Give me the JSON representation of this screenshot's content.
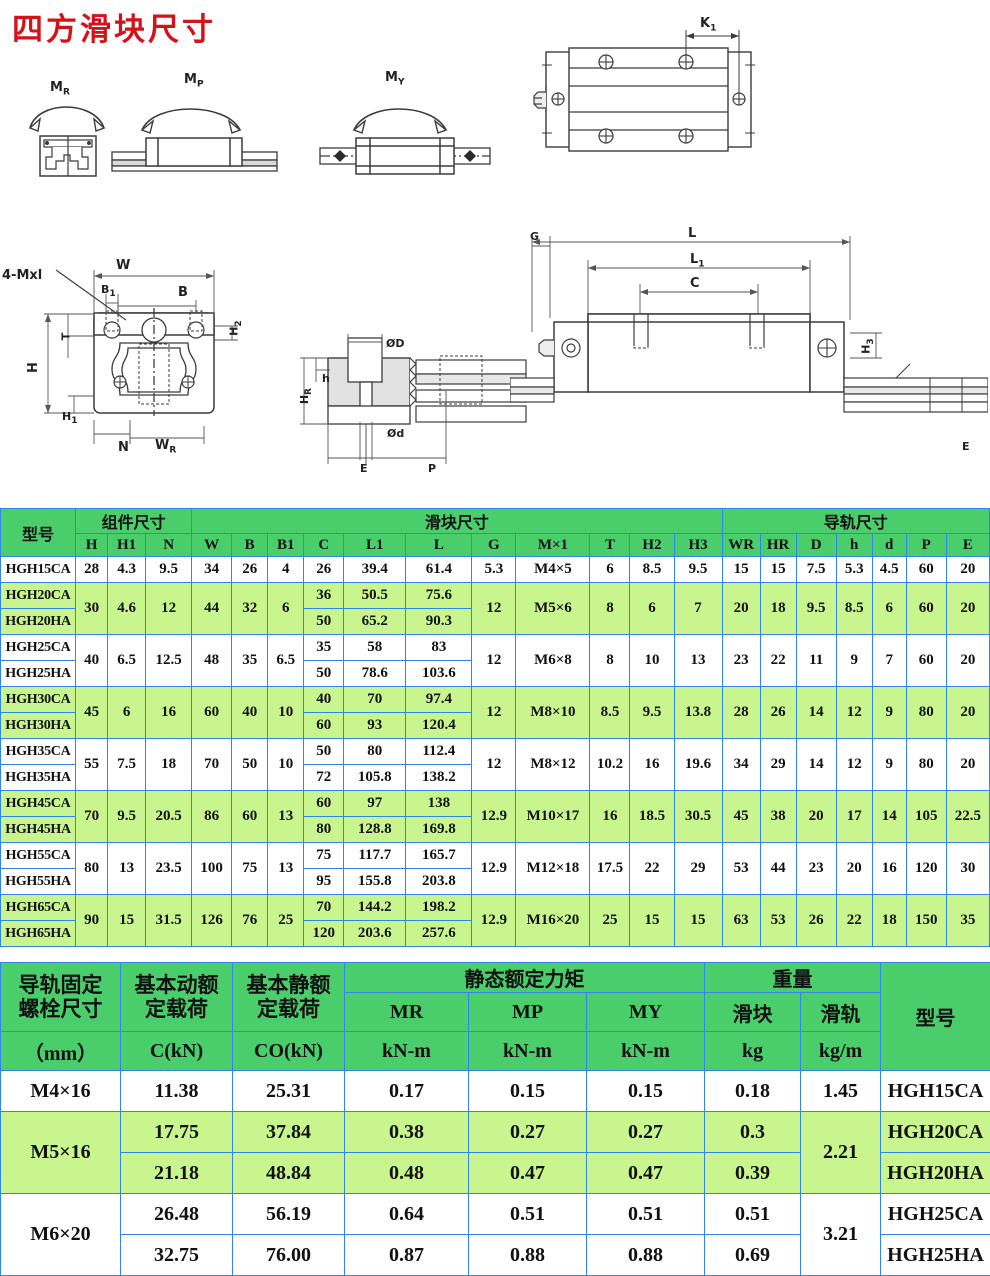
{
  "title": "四方滑块尺寸",
  "drawing_labels": {
    "mr": "M",
    "mr_sub": "R",
    "mp": "M",
    "mp_sub": "P",
    "my": "M",
    "my_sub": "Y",
    "k1": "K",
    "k1_sub": "1",
    "bolt_note": "4-Mxl",
    "w": "W",
    "b": "B",
    "b1": "B",
    "b1_sub": "1",
    "h": "H",
    "h1": "H",
    "h1_sub": "1",
    "h2": "H",
    "h2_sub": "2",
    "h3": "H",
    "h3_sub": "3",
    "t": "T",
    "n": "N",
    "wr": "W",
    "wr_sub": "R",
    "hr": "H",
    "hr_sub": "R",
    "g": "G",
    "l": "L",
    "l1": "L",
    "l1_sub": "1",
    "c": "C",
    "od": "ØD",
    "od_small": "Ød",
    "h_small": "h",
    "e": "E",
    "p": "P"
  },
  "colors": {
    "title": "#d3121a",
    "header_green": "#4ace6c",
    "row_green": "#c9f58f",
    "row_white": "#ffffff",
    "border_blue": "#2f86e8"
  },
  "table1": {
    "group_headers": {
      "model": "型号",
      "assembly": "组件尺寸",
      "block": "滑块尺寸",
      "rail": "导轨尺寸"
    },
    "columns": [
      "H",
      "H1",
      "N",
      "W",
      "B",
      "B1",
      "C",
      "L1",
      "L",
      "G",
      "M×1",
      "T",
      "H2",
      "H3",
      "WR",
      "HR",
      "D",
      "h",
      "d",
      "P",
      "E"
    ],
    "groups": [
      {
        "shade": "w",
        "models": [
          "HGH15CA"
        ],
        "H": "28",
        "H1": "4.3",
        "N": "9.5",
        "W": "34",
        "B": "26",
        "B1": "4",
        "rows": [
          {
            "C": "26",
            "L1": "39.4",
            "L": "61.4"
          }
        ],
        "G": "5.3",
        "M": "M4×5",
        "T": "6",
        "H2": "8.5",
        "H3": "9.5",
        "WR": "15",
        "HR": "15",
        "D": "7.5",
        "h": "5.3",
        "d": "4.5",
        "P": "60",
        "E": "20"
      },
      {
        "shade": "g",
        "models": [
          "HGH20CA",
          "HGH20HA"
        ],
        "H": "30",
        "H1": "4.6",
        "N": "12",
        "W": "44",
        "B": "32",
        "B1": "6",
        "rows": [
          {
            "C": "36",
            "L1": "50.5",
            "L": "75.6"
          },
          {
            "C": "50",
            "L1": "65.2",
            "L": "90.3"
          }
        ],
        "G": "12",
        "M": "M5×6",
        "T": "8",
        "H2": "6",
        "H3": "7",
        "WR": "20",
        "HR": "18",
        "D": "9.5",
        "h": "8.5",
        "d": "6",
        "P": "60",
        "E": "20"
      },
      {
        "shade": "w",
        "models": [
          "HGH25CA",
          "HGH25HA"
        ],
        "H": "40",
        "H1": "6.5",
        "N": "12.5",
        "W": "48",
        "B": "35",
        "B1": "6.5",
        "rows": [
          {
            "C": "35",
            "L1": "58",
            "L": "83"
          },
          {
            "C": "50",
            "L1": "78.6",
            "L": "103.6"
          }
        ],
        "G": "12",
        "M": "M6×8",
        "T": "8",
        "H2": "10",
        "H3": "13",
        "WR": "23",
        "HR": "22",
        "D": "11",
        "h": "9",
        "d": "7",
        "P": "60",
        "E": "20"
      },
      {
        "shade": "g",
        "models": [
          "HGH30CA",
          "HGH30HA"
        ],
        "H": "45",
        "H1": "6",
        "N": "16",
        "W": "60",
        "B": "40",
        "B1": "10",
        "rows": [
          {
            "C": "40",
            "L1": "70",
            "L": "97.4"
          },
          {
            "C": "60",
            "L1": "93",
            "L": "120.4"
          }
        ],
        "G": "12",
        "M": "M8×10",
        "T": "8.5",
        "H2": "9.5",
        "H3": "13.8",
        "WR": "28",
        "HR": "26",
        "D": "14",
        "h": "12",
        "d": "9",
        "P": "80",
        "E": "20"
      },
      {
        "shade": "w",
        "models": [
          "HGH35CA",
          "HGH35HA"
        ],
        "H": "55",
        "H1": "7.5",
        "N": "18",
        "W": "70",
        "B": "50",
        "B1": "10",
        "rows": [
          {
            "C": "50",
            "L1": "80",
            "L": "112.4"
          },
          {
            "C": "72",
            "L1": "105.8",
            "L": "138.2"
          }
        ],
        "G": "12",
        "M": "M8×12",
        "T": "10.2",
        "H2": "16",
        "H3": "19.6",
        "WR": "34",
        "HR": "29",
        "D": "14",
        "h": "12",
        "d": "9",
        "P": "80",
        "E": "20"
      },
      {
        "shade": "g",
        "models": [
          "HGH45CA",
          "HGH45HA"
        ],
        "H": "70",
        "H1": "9.5",
        "N": "20.5",
        "W": "86",
        "B": "60",
        "B1": "13",
        "rows": [
          {
            "C": "60",
            "L1": "97",
            "L": "138"
          },
          {
            "C": "80",
            "L1": "128.8",
            "L": "169.8"
          }
        ],
        "G": "12.9",
        "M": "M10×17",
        "T": "16",
        "H2": "18.5",
        "H3": "30.5",
        "WR": "45",
        "HR": "38",
        "D": "20",
        "h": "17",
        "d": "14",
        "P": "105",
        "E": "22.5"
      },
      {
        "shade": "w",
        "models": [
          "HGH55CA",
          "HGH55HA"
        ],
        "H": "80",
        "H1": "13",
        "N": "23.5",
        "W": "100",
        "B": "75",
        "B1": "13",
        "rows": [
          {
            "C": "75",
            "L1": "117.7",
            "L": "165.7"
          },
          {
            "C": "95",
            "L1": "155.8",
            "L": "203.8"
          }
        ],
        "G": "12.9",
        "M": "M12×18",
        "T": "17.5",
        "H2": "22",
        "H3": "29",
        "WR": "53",
        "HR": "44",
        "D": "23",
        "h": "20",
        "d": "16",
        "P": "120",
        "E": "30"
      },
      {
        "shade": "g",
        "models": [
          "HGH65CA",
          "HGH65HA"
        ],
        "H": "90",
        "H1": "15",
        "N": "31.5",
        "W": "126",
        "B": "76",
        "B1": "25",
        "rows": [
          {
            "C": "70",
            "L1": "144.2",
            "L": "198.2"
          },
          {
            "C": "120",
            "L1": "203.6",
            "L": "257.6"
          }
        ],
        "G": "12.9",
        "M": "M16×20",
        "T": "25",
        "H2": "15",
        "H3": "15",
        "WR": "63",
        "HR": "53",
        "D": "26",
        "h": "22",
        "d": "18",
        "P": "150",
        "E": "35"
      }
    ]
  },
  "table2": {
    "headers": {
      "bolt": "导轨固定\n螺栓尺寸",
      "bolt_l1": "导轨固定",
      "bolt_l2": "螺栓尺寸",
      "dynamic_l1": "基本动额",
      "dynamic_l2": "定载荷",
      "static_l1": "基本静额",
      "static_l2": "定载荷",
      "moment": "静态额定力矩",
      "weight": "重量",
      "model": "型号",
      "mr": "MR",
      "mp": "MP",
      "my": "MY",
      "block": "滑块",
      "rail": "滑轨"
    },
    "units": {
      "bolt": "（mm）",
      "dynamic": "C(kN)",
      "static": "CO(kN)",
      "mr": "kN-m",
      "mp": "kN-m",
      "my": "kN-m",
      "block": "kg",
      "rail": "kg/m"
    },
    "groups": [
      {
        "shade": "w",
        "bolt": "M4×16",
        "rail_weight": "1.45",
        "rows": [
          {
            "C": "11.38",
            "CO": "25.31",
            "MR": "0.17",
            "MP": "0.15",
            "MY": "0.15",
            "Wb": "0.18",
            "model": "HGH15CA"
          }
        ]
      },
      {
        "shade": "g",
        "bolt": "M5×16",
        "rail_weight": "2.21",
        "rows": [
          {
            "C": "17.75",
            "CO": "37.84",
            "MR": "0.38",
            "MP": "0.27",
            "MY": "0.27",
            "Wb": "0.3",
            "model": "HGH20CA"
          },
          {
            "C": "21.18",
            "CO": "48.84",
            "MR": "0.48",
            "MP": "0.47",
            "MY": "0.47",
            "Wb": "0.39",
            "model": "HGH20HA"
          }
        ]
      },
      {
        "shade": "w",
        "bolt": "M6×20",
        "rail_weight": "3.21",
        "rows": [
          {
            "C": "26.48",
            "CO": "56.19",
            "MR": "0.64",
            "MP": "0.51",
            "MY": "0.51",
            "Wb": "0.51",
            "model": "HGH25CA"
          },
          {
            "C": "32.75",
            "CO": "76.00",
            "MR": "0.87",
            "MP": "0.88",
            "MY": "0.88",
            "Wb": "0.69",
            "model": "HGH25HA"
          }
        ]
      }
    ]
  }
}
